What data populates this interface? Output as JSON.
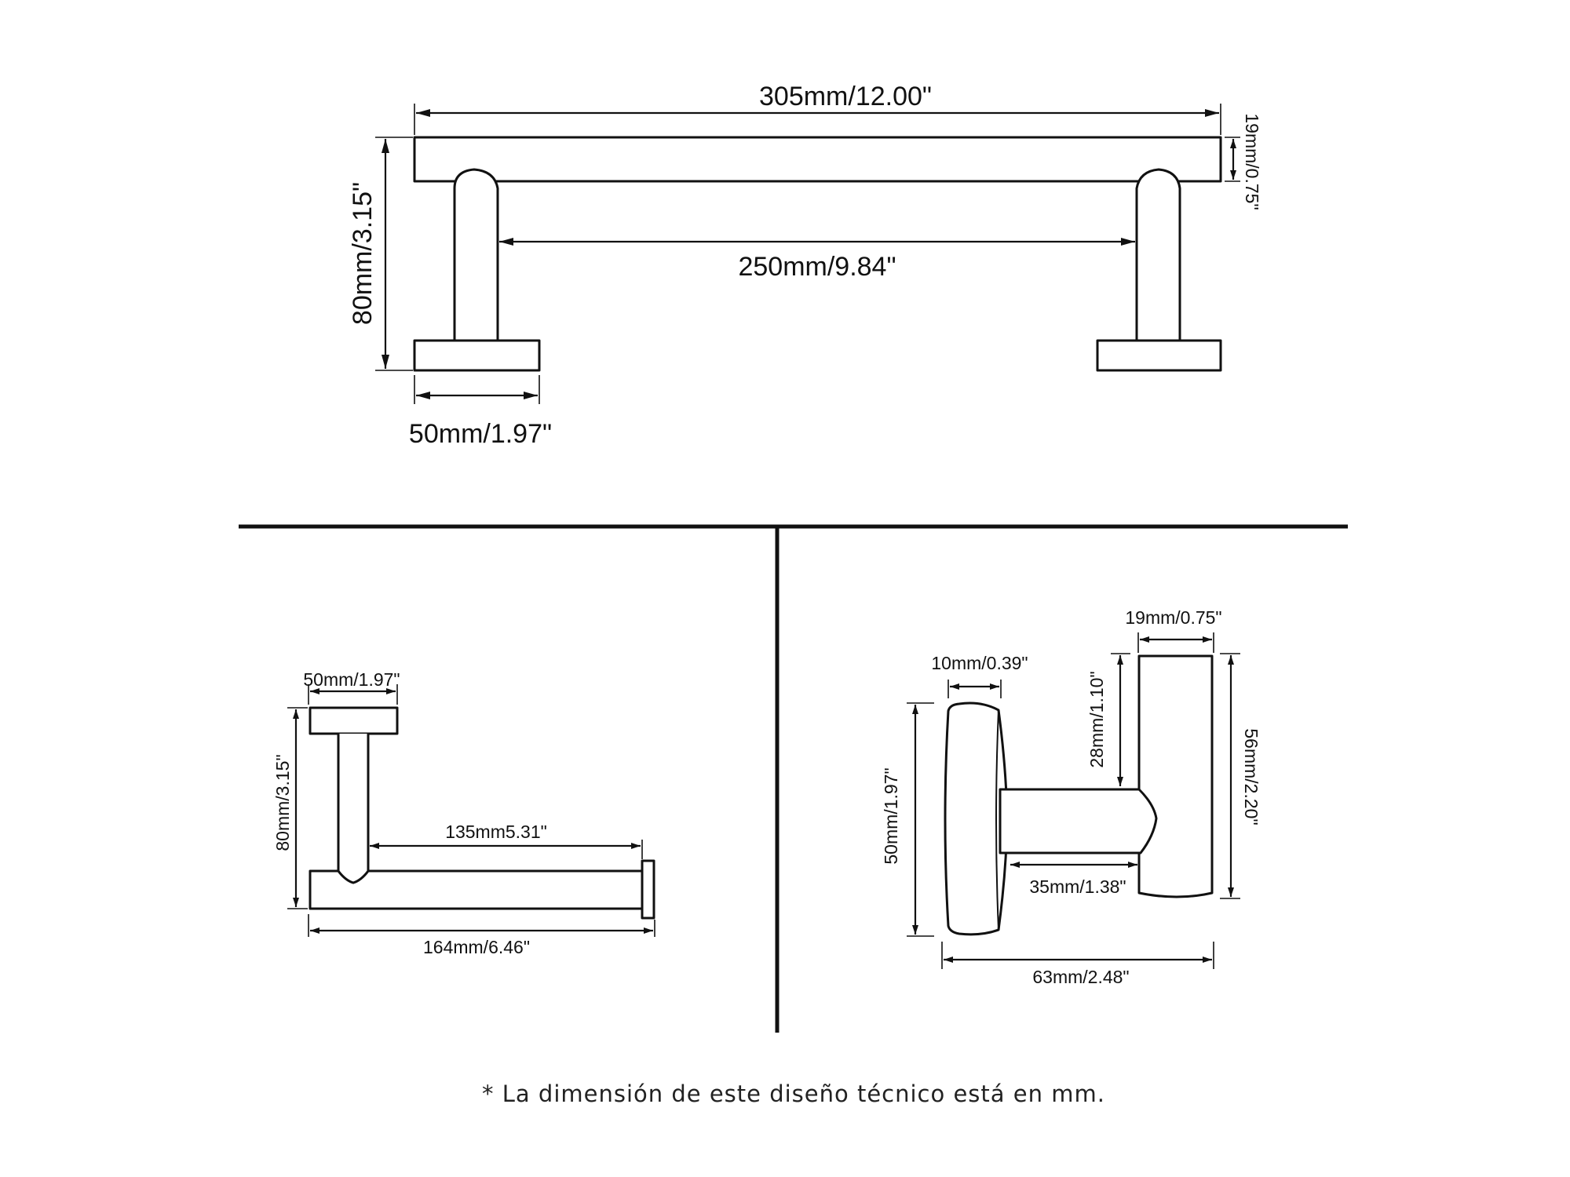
{
  "front_view": {
    "overall_length": "305mm/12.00\"",
    "inner_span": "250mm/9.84\"",
    "height": "80mm/3.15\"",
    "base_width": "50mm/1.97\"",
    "bar_thickness": "19mm/0.75\""
  },
  "side_view": {
    "base_width": "50mm/1.97\"",
    "height": "80mm/3.15\"",
    "projection": "135mm5.31\"",
    "overall_length": "164mm/6.46\""
  },
  "end_view": {
    "plate_thickness": "10mm/0.39\"",
    "bar_width": "19mm/0.75\"",
    "upper_offset": "28mm/1.10\"",
    "plate_diameter": "50mm/1.97\"",
    "bar_height": "56mm/2.20\"",
    "arm_length": "35mm/1.38\"",
    "overall_depth": "63mm/2.48\""
  },
  "footnote": "* La dimensión de este diseño técnico está en mm."
}
